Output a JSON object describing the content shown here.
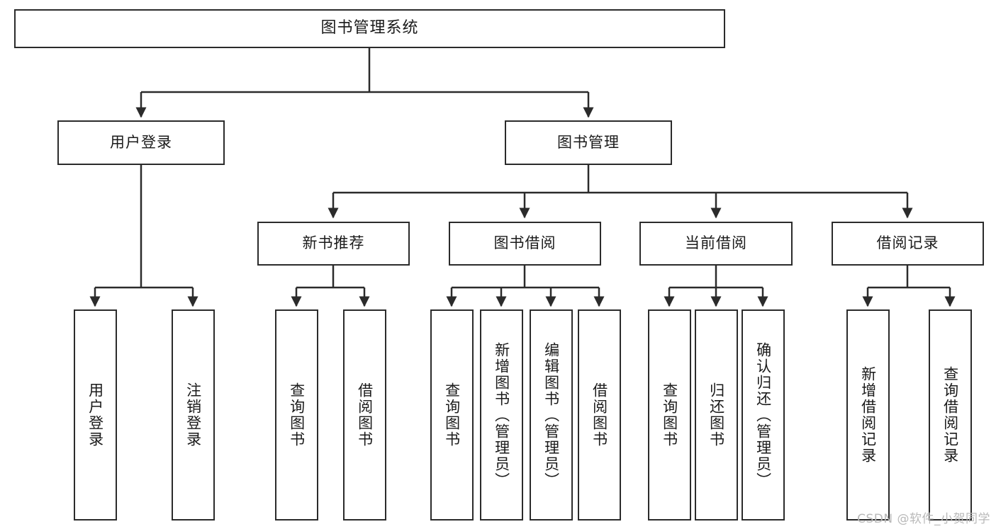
{
  "diagram": {
    "title": "图书管理系统",
    "type": "tree-hierarchy-chart",
    "watermark": "CSDN @软件_小贺同学",
    "colors": {
      "box_border": "#2b2b2b",
      "box_fill": "#ffffff",
      "edge": "#2b2b2b",
      "text": "#1a1a1a",
      "background": "#ffffff",
      "watermark": "#b9b9b9"
    },
    "nodes": {
      "root": {
        "label": "图书管理系统",
        "orientation": "horizontal"
      },
      "level2": [
        {
          "id": "user-login",
          "label": "用户登录",
          "orientation": "horizontal"
        },
        {
          "id": "book-management",
          "label": "图书管理",
          "orientation": "horizontal"
        }
      ],
      "level3": [
        {
          "id": "new-book-recommend",
          "label": "新书推荐",
          "orientation": "horizontal"
        },
        {
          "id": "book-borrow",
          "label": "图书借阅",
          "orientation": "horizontal"
        },
        {
          "id": "current-borrow",
          "label": "当前借阅",
          "orientation": "horizontal"
        },
        {
          "id": "borrow-record",
          "label": "借阅记录",
          "orientation": "horizontal"
        }
      ],
      "leaves": {
        "user-login": [
          {
            "id": "leaf-user-login",
            "label": "用户登录",
            "orientation": "vertical"
          },
          {
            "id": "leaf-logout-login",
            "label": "注销登录",
            "orientation": "vertical"
          }
        ],
        "new-book-recommend": [
          {
            "id": "leaf-query-book-1",
            "label": "查询图书",
            "orientation": "vertical"
          },
          {
            "id": "leaf-borrow-book-1",
            "label": "借阅图书",
            "orientation": "vertical"
          }
        ],
        "book-borrow": [
          {
            "id": "leaf-query-book-2",
            "label": "查询图书",
            "orientation": "vertical"
          },
          {
            "id": "leaf-add-book",
            "label": "新增图书（管理员）",
            "orientation": "vertical"
          },
          {
            "id": "leaf-edit-book",
            "label": "编辑图书（管理员）",
            "orientation": "vertical"
          },
          {
            "id": "leaf-borrow-book-2",
            "label": "借阅图书",
            "orientation": "vertical"
          }
        ],
        "current-borrow": [
          {
            "id": "leaf-query-book-3",
            "label": "查询图书",
            "orientation": "vertical"
          },
          {
            "id": "leaf-return-book",
            "label": "归还图书",
            "orientation": "vertical"
          },
          {
            "id": "leaf-confirm-return",
            "label": "确认归还（管理员）",
            "orientation": "vertical"
          }
        ],
        "borrow-record": [
          {
            "id": "leaf-add-record",
            "label": "新增借阅记录",
            "orientation": "vertical"
          },
          {
            "id": "leaf-query-record",
            "label": "查询借阅记录",
            "orientation": "vertical"
          }
        ]
      }
    }
  }
}
